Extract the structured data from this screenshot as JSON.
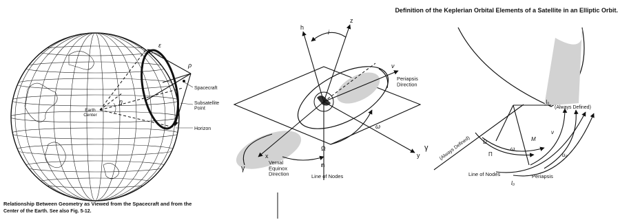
{
  "header": {
    "title": "Definition of the Keplerian Orbital Elements of a Satellite in an Elliptic Orbit."
  },
  "left_figure": {
    "labels": {
      "earth_center": "Earth\nCenter",
      "spacecraft": "Spacecraft",
      "subsatellite": "Subsatellite\nPoint",
      "horizon": "Horizon",
      "epsilon": "ε",
      "rho": "ρ",
      "eta": "η"
    },
    "caption_line1": "Relationship Between Geometry as Viewed from the Spacecraft and from the",
    "caption_line2": "Center of the Earth. See also Fig. 5-12."
  },
  "middle_figure": {
    "labels": {
      "h": "h",
      "z": "z",
      "i": "i",
      "nu": "ν",
      "periapsis": "Periapsis\nDirection",
      "omega_small": "ω",
      "omega_big": "Ω",
      "y": "y",
      "x": "x",
      "gamma": "γ",
      "vernal": "Vernal\nEquinox\nDirection",
      "n": "n",
      "line_of_nodes": "Line of Nodes"
    }
  },
  "right_figure": {
    "labels": {
      "always_defined_right": "(Always Defined)",
      "always_defined_left": "(Always Defined)",
      "l0": "l₀",
      "omega_big": "Ω",
      "pi": "Π",
      "omega_small": "ω",
      "M": "M",
      "nu": "ν",
      "u0": "u₀",
      "gamma": "γ",
      "line_of_nodes": "Line of Nodes",
      "periapsis": "Periapsis",
      "l0_bottom": "l₀"
    }
  }
}
